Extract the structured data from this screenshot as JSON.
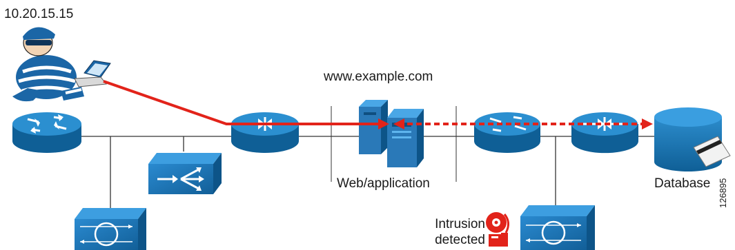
{
  "labels": {
    "attacker_ip": "10.20.15.15",
    "web_host": "www.example.com",
    "web_server": "Web/application",
    "database": "Database",
    "intrusion_line1": "Intrusion",
    "intrusion_line2": "detected",
    "figure_id": "126895"
  },
  "colors": {
    "device_blue": "#1b7ab6",
    "device_dark": "#0d5b8f",
    "attack_red": "#e2231a",
    "link_gray": "#333333",
    "server_blue": "#2a79b8"
  },
  "icons": [
    "attacker-icon",
    "laptop-icon",
    "router-icon",
    "switch-icon",
    "ids-sensor-icon",
    "firewall-router-icon",
    "server-icon",
    "database-icon",
    "credit-card-icon",
    "alarm-bell-icon"
  ]
}
